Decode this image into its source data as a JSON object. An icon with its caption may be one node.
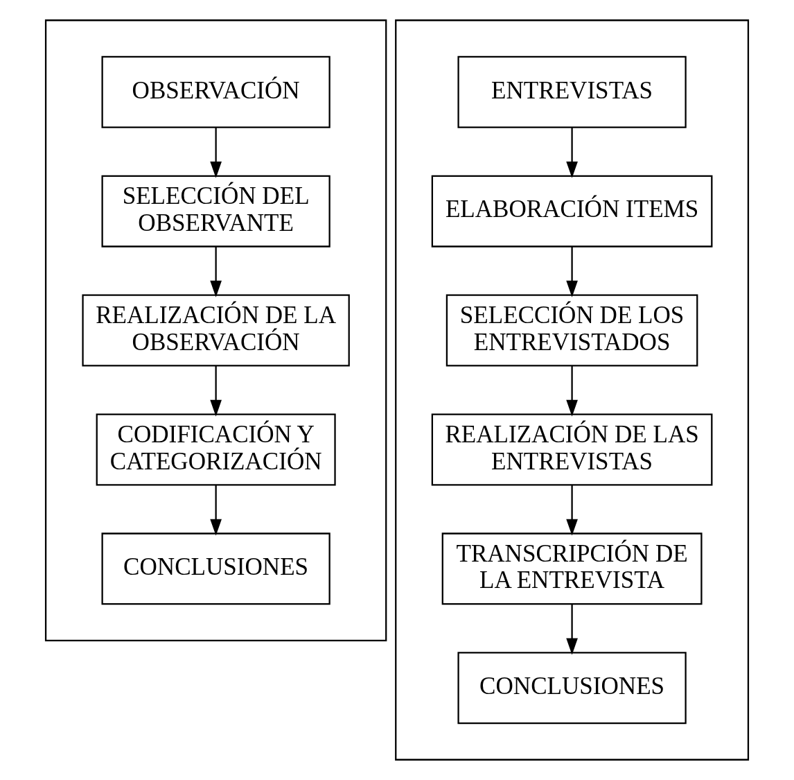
{
  "diagram": {
    "nodes": [
      {
        "text": [],
        "shape": "box"
      },
      {
        "text": [
          "OBSERVACIÓN"
        ],
        "in": 0
      },
      {
        "text": [
          "SELECCIÓN DEL OBSERVANTE"
        ],
        "in": 0
      },
      {
        "text": [
          "REALIZACIÓN DE LA OBSERVACIÓN"
        ],
        "in": 0
      },
      {
        "text": [
          "CODIFICACIÓN Y CATEGORIZACIÓN"
        ],
        "in": 0
      },
      {
        "text": [
          "CONCLUSIONES"
        ],
        "in": 0
      },
      {
        "text": [],
        "shape": "box"
      },
      {
        "text": [
          "ENTREVISTAS"
        ],
        "in": 6
      },
      {
        "text": [
          "ELABORACIÓN ITEMS"
        ],
        "in": 6
      },
      {
        "text": [
          "SELECCIÓN DE LOS ENTREVISTADOS"
        ],
        "in": 6
      },
      {
        "text": [
          "REALIZACIÓN DE LAS ENTREVISTAS"
        ],
        "in": 6
      },
      {
        "text": [
          "TRANSCRIPCIÓN DE LA ENTREVISTA"
        ],
        "in": 6
      },
      {
        "text": [
          "CONCLUSIONES"
        ],
        "in": 6
      }
    ],
    "edges": [
      {
        "from": 1,
        "to": 2,
        "arrow": "to"
      },
      {
        "from": 2,
        "to": 3,
        "arrow": "to"
      },
      {
        "from": 3,
        "to": 4,
        "arrow": "to"
      },
      {
        "from": 4,
        "to": 5,
        "arrow": "to"
      },
      {
        "from": 7,
        "to": 8,
        "arrow": "to"
      },
      {
        "from": 8,
        "to": 9,
        "arrow": "to"
      },
      {
        "from": 9,
        "to": 10,
        "arrow": "to"
      },
      {
        "from": 10,
        "to": 11,
        "arrow": "to"
      },
      {
        "from": 11,
        "to": 12,
        "arrow": "to"
      }
    ]
  }
}
